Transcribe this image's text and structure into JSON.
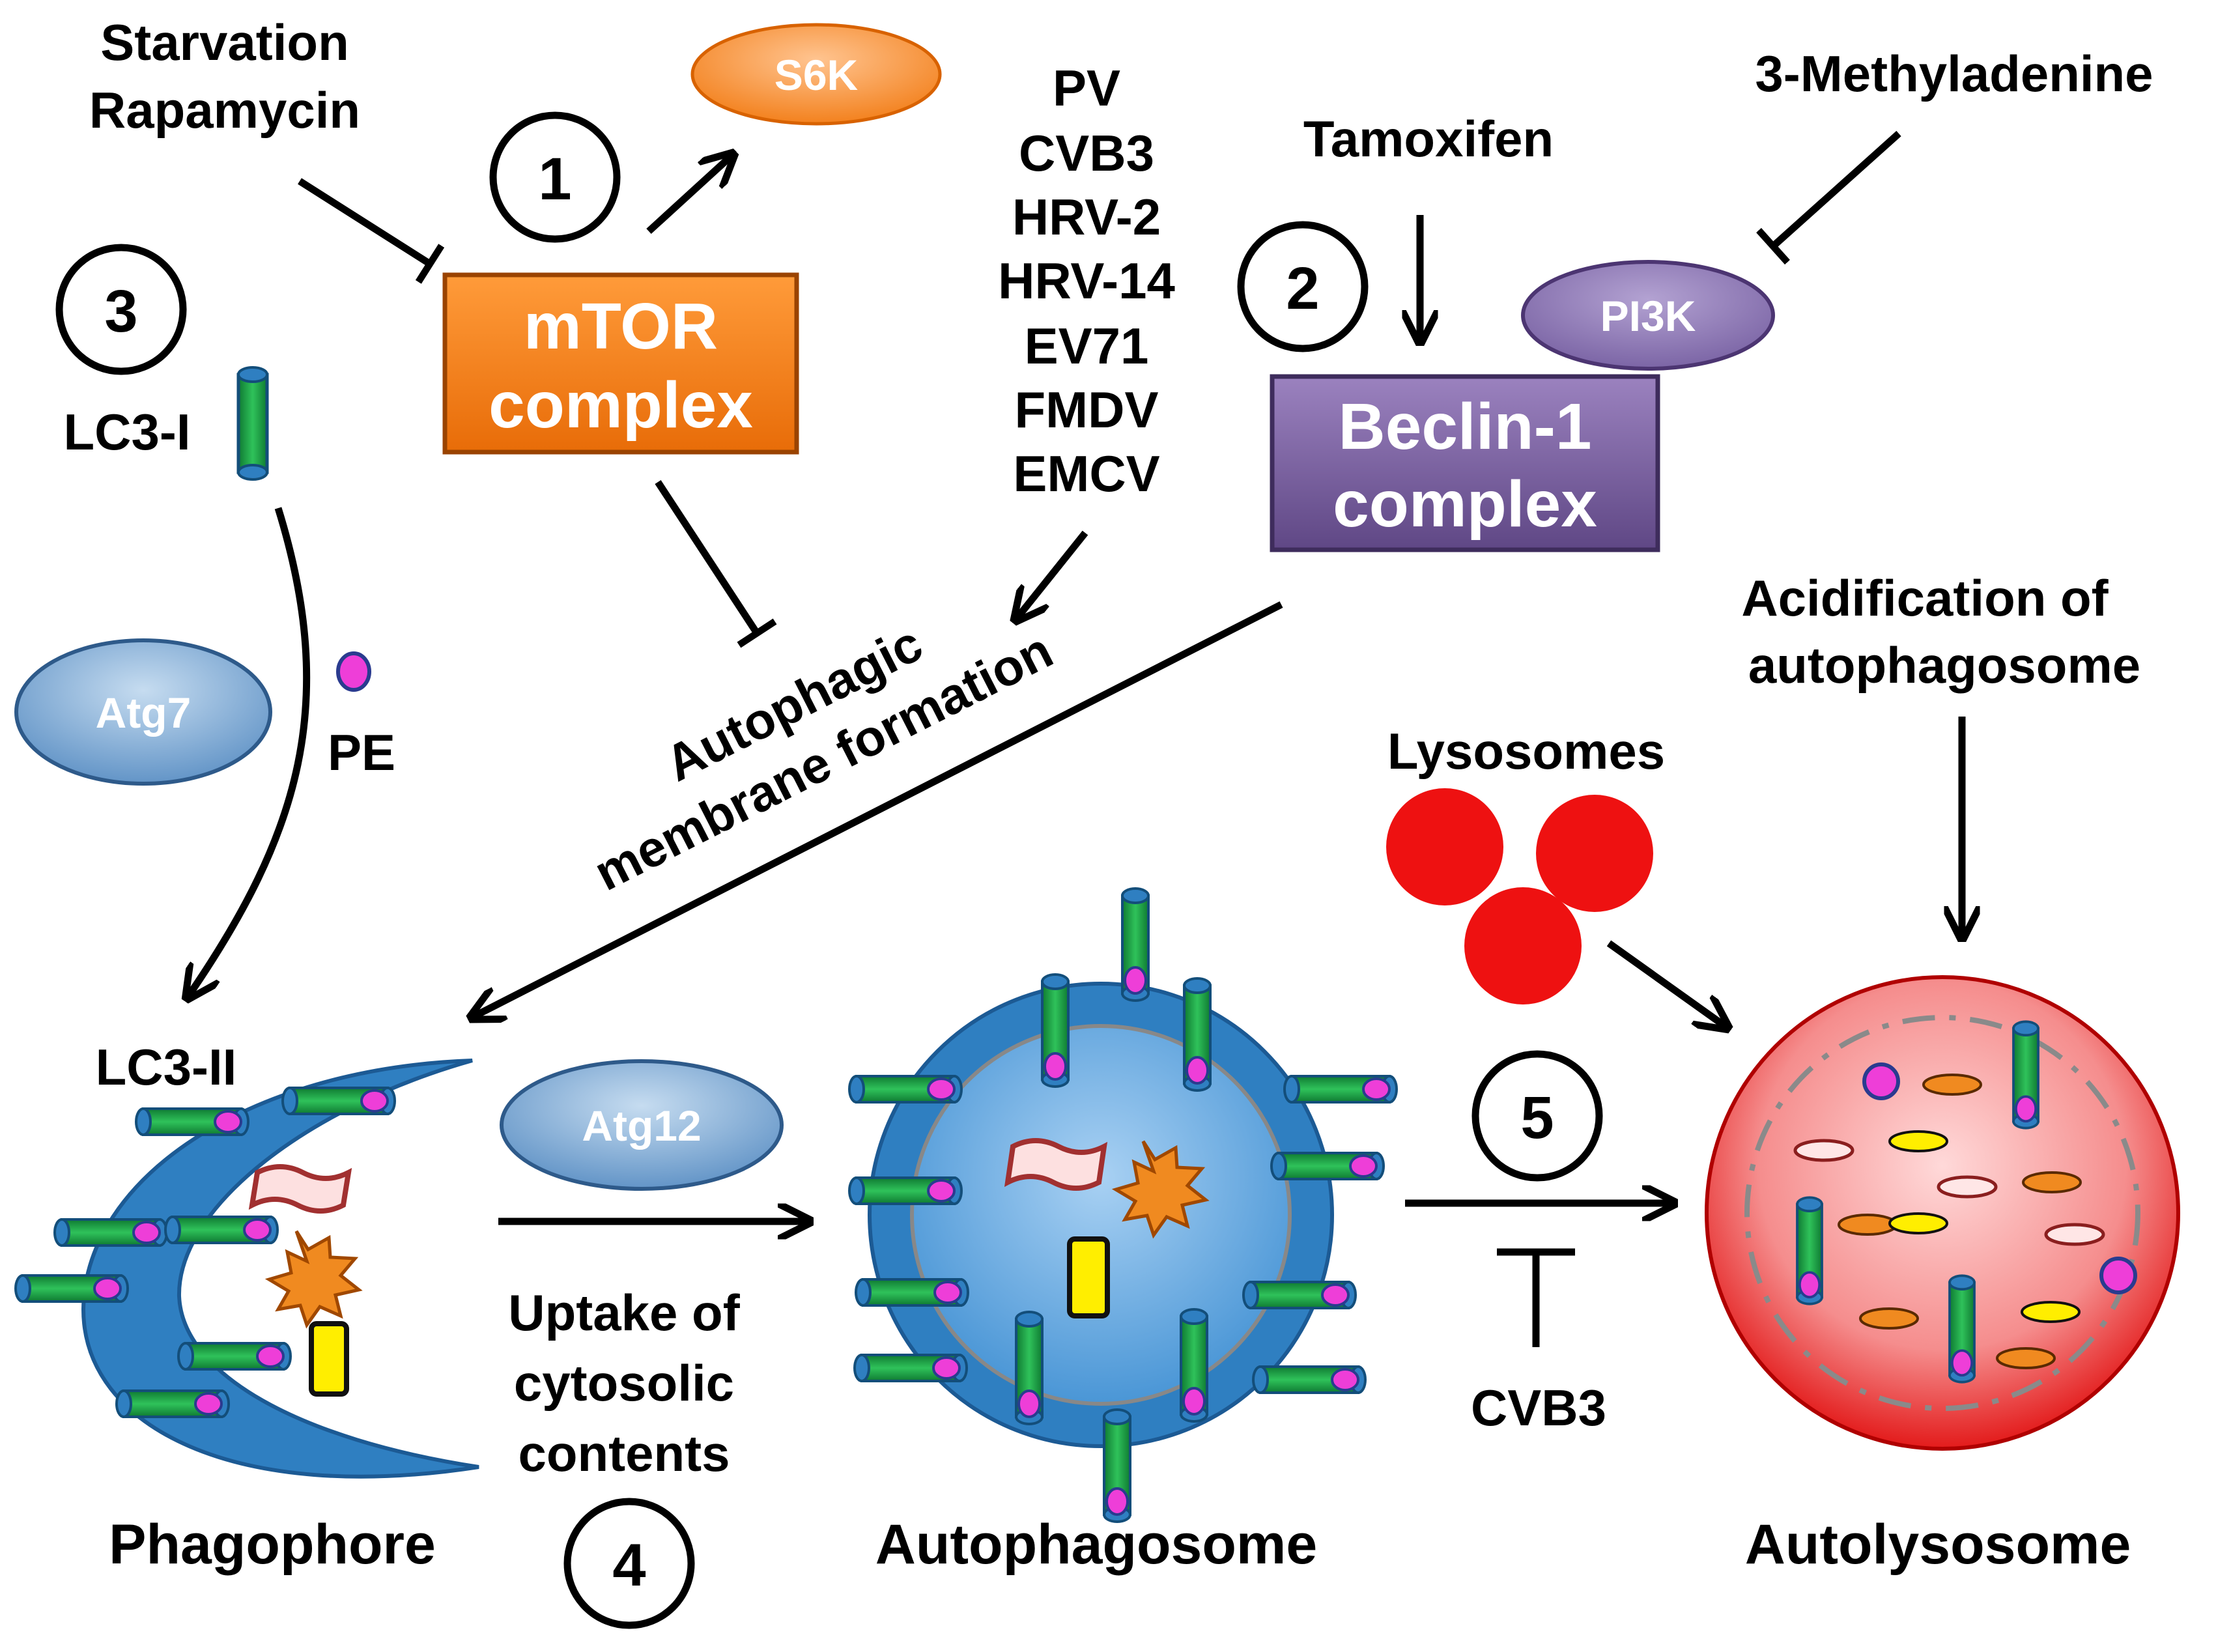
{
  "steps": [
    "1",
    "2",
    "3",
    "4",
    "5"
  ],
  "inducers": {
    "line1": "Starvation",
    "line2": "Rapamycin"
  },
  "s6k": "S6K",
  "mtor": {
    "line1": "mTOR",
    "line2": "complex"
  },
  "viruses": [
    "PV",
    "CVB3",
    "HRV-2",
    "HRV-14",
    "EV71",
    "FMDV",
    "EMCV"
  ],
  "tamoxifen": "Tamoxifen",
  "methyladenine": "3-Methyladenine",
  "pi3k": "PI3K",
  "beclin": {
    "line1": "Beclin-1",
    "line2": "complex"
  },
  "lc3_i": "LC3-I",
  "lc3_ii": "LC3-II",
  "atg7": "Atg7",
  "atg12": "Atg12",
  "pe": "PE",
  "membrane": {
    "line1": "Autophagic",
    "line2": "membrane formation"
  },
  "acidification": {
    "line1": "Acidification of",
    "line2": "autophagosome"
  },
  "lysosomes": "Lysosomes",
  "uptake": {
    "line1": "Uptake of",
    "line2": "cytosolic",
    "line3": "contents"
  },
  "cvb3_block": "CVB3",
  "stages": {
    "phagophore": "Phagophore",
    "autophagosome": "Autophagosome",
    "autolysosome": "Autolysosome"
  },
  "colors": {
    "mtor": "#f07f1e",
    "s6k": "#f58a2c",
    "beclin": "#8064a2",
    "pi3k": "#8f78b4",
    "atg": "#7aa6d2",
    "membrane": "#2f7fc1",
    "lc3_green": "#1fa047",
    "pe_magenta": "#ee3ed8",
    "lysosome_red": "#ee1111",
    "cargo_yellow": "#ffee00"
  }
}
